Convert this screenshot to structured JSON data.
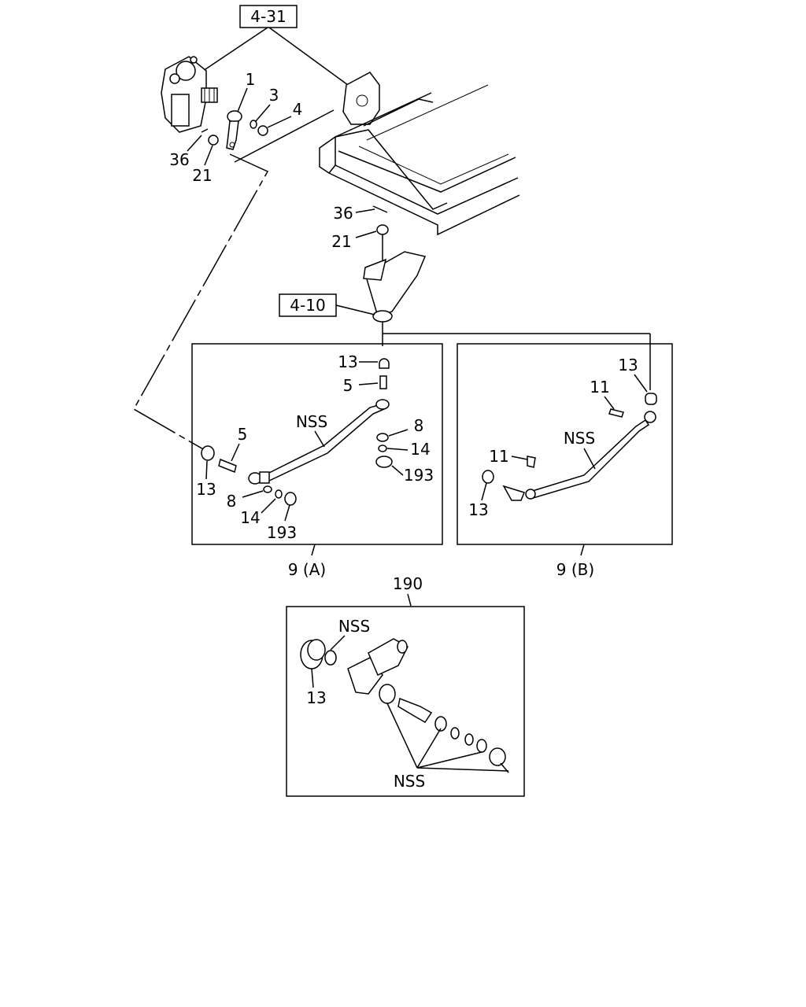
{
  "callouts": {
    "ref_4_31": "4-31",
    "ref_4_10": "4-10",
    "top": {
      "p1": "1",
      "p3": "3",
      "p4": "4",
      "p36": "36",
      "p21": "21",
      "p36b": "36",
      "p21b": "21"
    },
    "panel_a": {
      "p13a": "13",
      "p5a": "5",
      "nss": "NSS",
      "p8a": "8",
      "p14a": "14",
      "p193a": "193",
      "p5b": "5",
      "p13b": "13",
      "p8b": "8",
      "p14b": "14",
      "p193b": "193",
      "caption": "9 (A)"
    },
    "panel_b": {
      "p13a": "13",
      "p11a": "11",
      "nss": "NSS",
      "p11b": "11",
      "p13b": "13",
      "caption": "9 (B)"
    },
    "kit": {
      "title": "190",
      "nss_top": "NSS",
      "p13": "13",
      "nss_bottom": "NSS"
    }
  }
}
